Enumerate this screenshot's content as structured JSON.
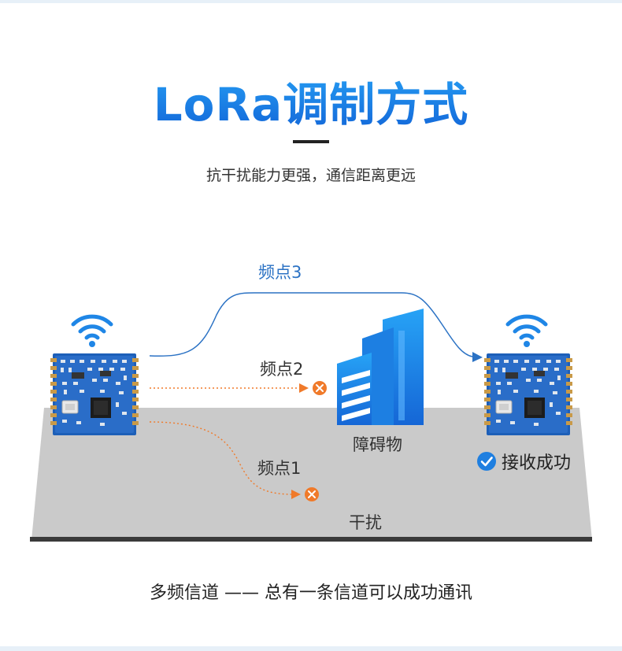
{
  "title": "LoRa调制方式",
  "subtitle": "抗干扰能力更强，通信距离更远",
  "diagram": {
    "channel3_label": "频点3",
    "channel2_label": "频点2",
    "channel1_label": "频点1",
    "obstacle_label": "障碍物",
    "interference_label": "干扰",
    "success_label": "接收成功"
  },
  "footer": "多频信道 —— 总有一条信道可以成功通讯",
  "colors": {
    "brand_blue": "#1a7fe6",
    "path_blue": "#2b72c4",
    "blocked_orange": "#f07a2a",
    "building_blue": "#1e90ee",
    "ground_gray": "#c9c9c9"
  }
}
